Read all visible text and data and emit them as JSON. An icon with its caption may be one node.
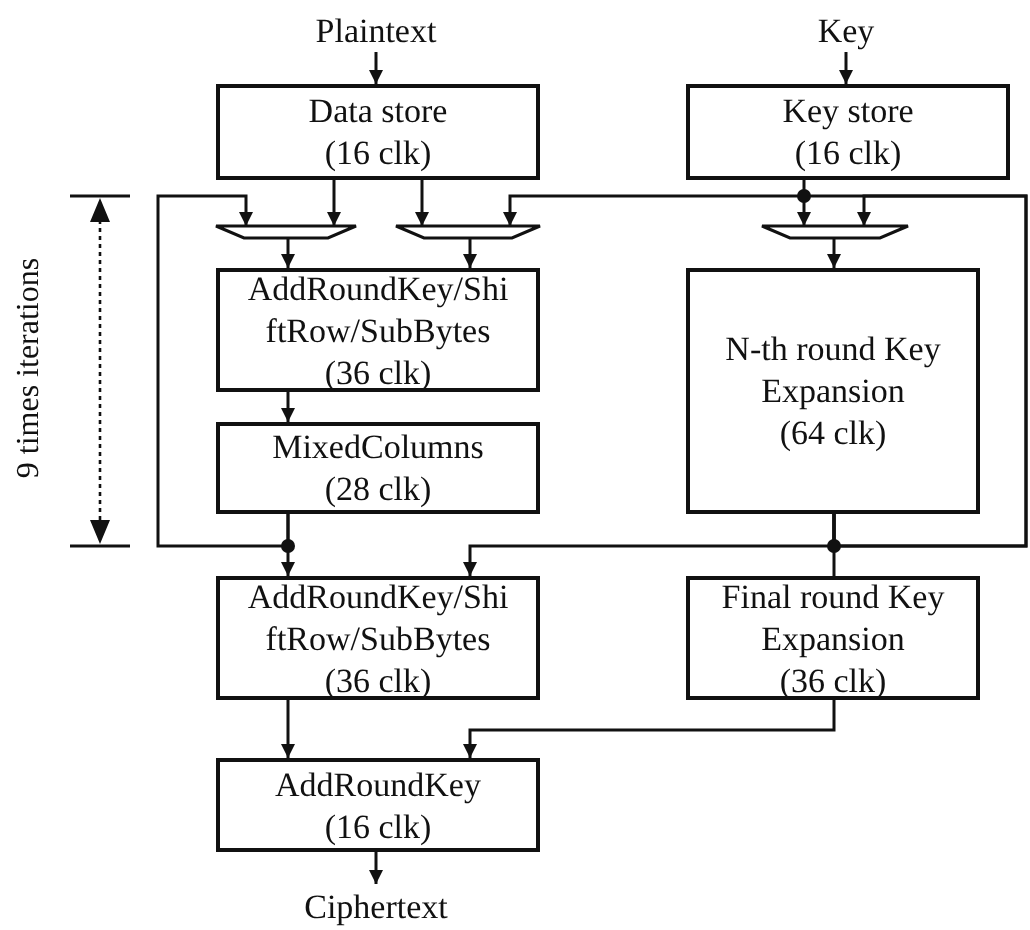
{
  "diagram": {
    "nodes": [
      {
        "text": [
          "Plaintext"
        ]
      },
      {
        "text": [
          "Key"
        ]
      },
      {
        "text": [
          "Data store",
          "(16 clk)"
        ]
      },
      {
        "text": [
          "Key store",
          "(16 clk)"
        ]
      },
      {
        "text": [],
        "shape": "trapezoid"
      },
      {
        "text": [],
        "shape": "trapezoid"
      },
      {
        "text": [],
        "shape": "trapezoid"
      },
      {
        "text": [
          "AddRoundKey/Shi ftRow/SubBytes",
          "(36 clk)"
        ]
      },
      {
        "text": [
          "N-th round Key Expansion",
          "(64 clk)"
        ]
      },
      {
        "text": [
          "MixedColumns",
          "(28 clk)"
        ]
      },
      {
        "text": [
          "AddRoundKey/Shi ftRow/SubBytes",
          "(36 clk)"
        ]
      },
      {
        "text": [
          "Final round Key Expansion",
          "(36 clk)"
        ]
      },
      {
        "text": [
          "AddRoundKey",
          "(16 clk)"
        ]
      },
      {
        "text": [
          "Ciphertext"
        ]
      }
    ],
    "edges": [
      {
        "from": 0,
        "to": 2,
        "arrow": "to"
      },
      {
        "from": 1,
        "to": 3,
        "arrow": "to"
      },
      {
        "from": 2,
        "to": 4,
        "arrow": "to"
      },
      {
        "from": 2,
        "to": 5,
        "arrow": "to"
      },
      {
        "from": 3,
        "to": 6,
        "arrow": "to"
      },
      {
        "from": 4,
        "to": 7,
        "arrow": "to"
      },
      {
        "from": 5,
        "to": 7,
        "arrow": "to"
      },
      {
        "from": 6,
        "to": 8,
        "arrow": "to"
      },
      {
        "from": 7,
        "to": 9,
        "arrow": "to"
      },
      {
        "from": 9,
        "to": 4,
        "arrow": "to"
      },
      {
        "from": 9,
        "to": 10,
        "arrow": "to"
      },
      {
        "from": 8,
        "to": 5,
        "arrow": "to"
      },
      {
        "from": 8,
        "to": 6,
        "arrow": "to"
      },
      {
        "from": 8,
        "to": 10,
        "arrow": "to"
      },
      {
        "from": 8,
        "to": 11,
        "arrow": "none"
      },
      {
        "from": 10,
        "to": 12,
        "arrow": "to"
      },
      {
        "from": 11,
        "to": 12,
        "arrow": "to"
      },
      {
        "from": 12,
        "to": 13,
        "arrow": "to"
      }
    ],
    "labels": [
      "9 times iterations"
    ]
  }
}
